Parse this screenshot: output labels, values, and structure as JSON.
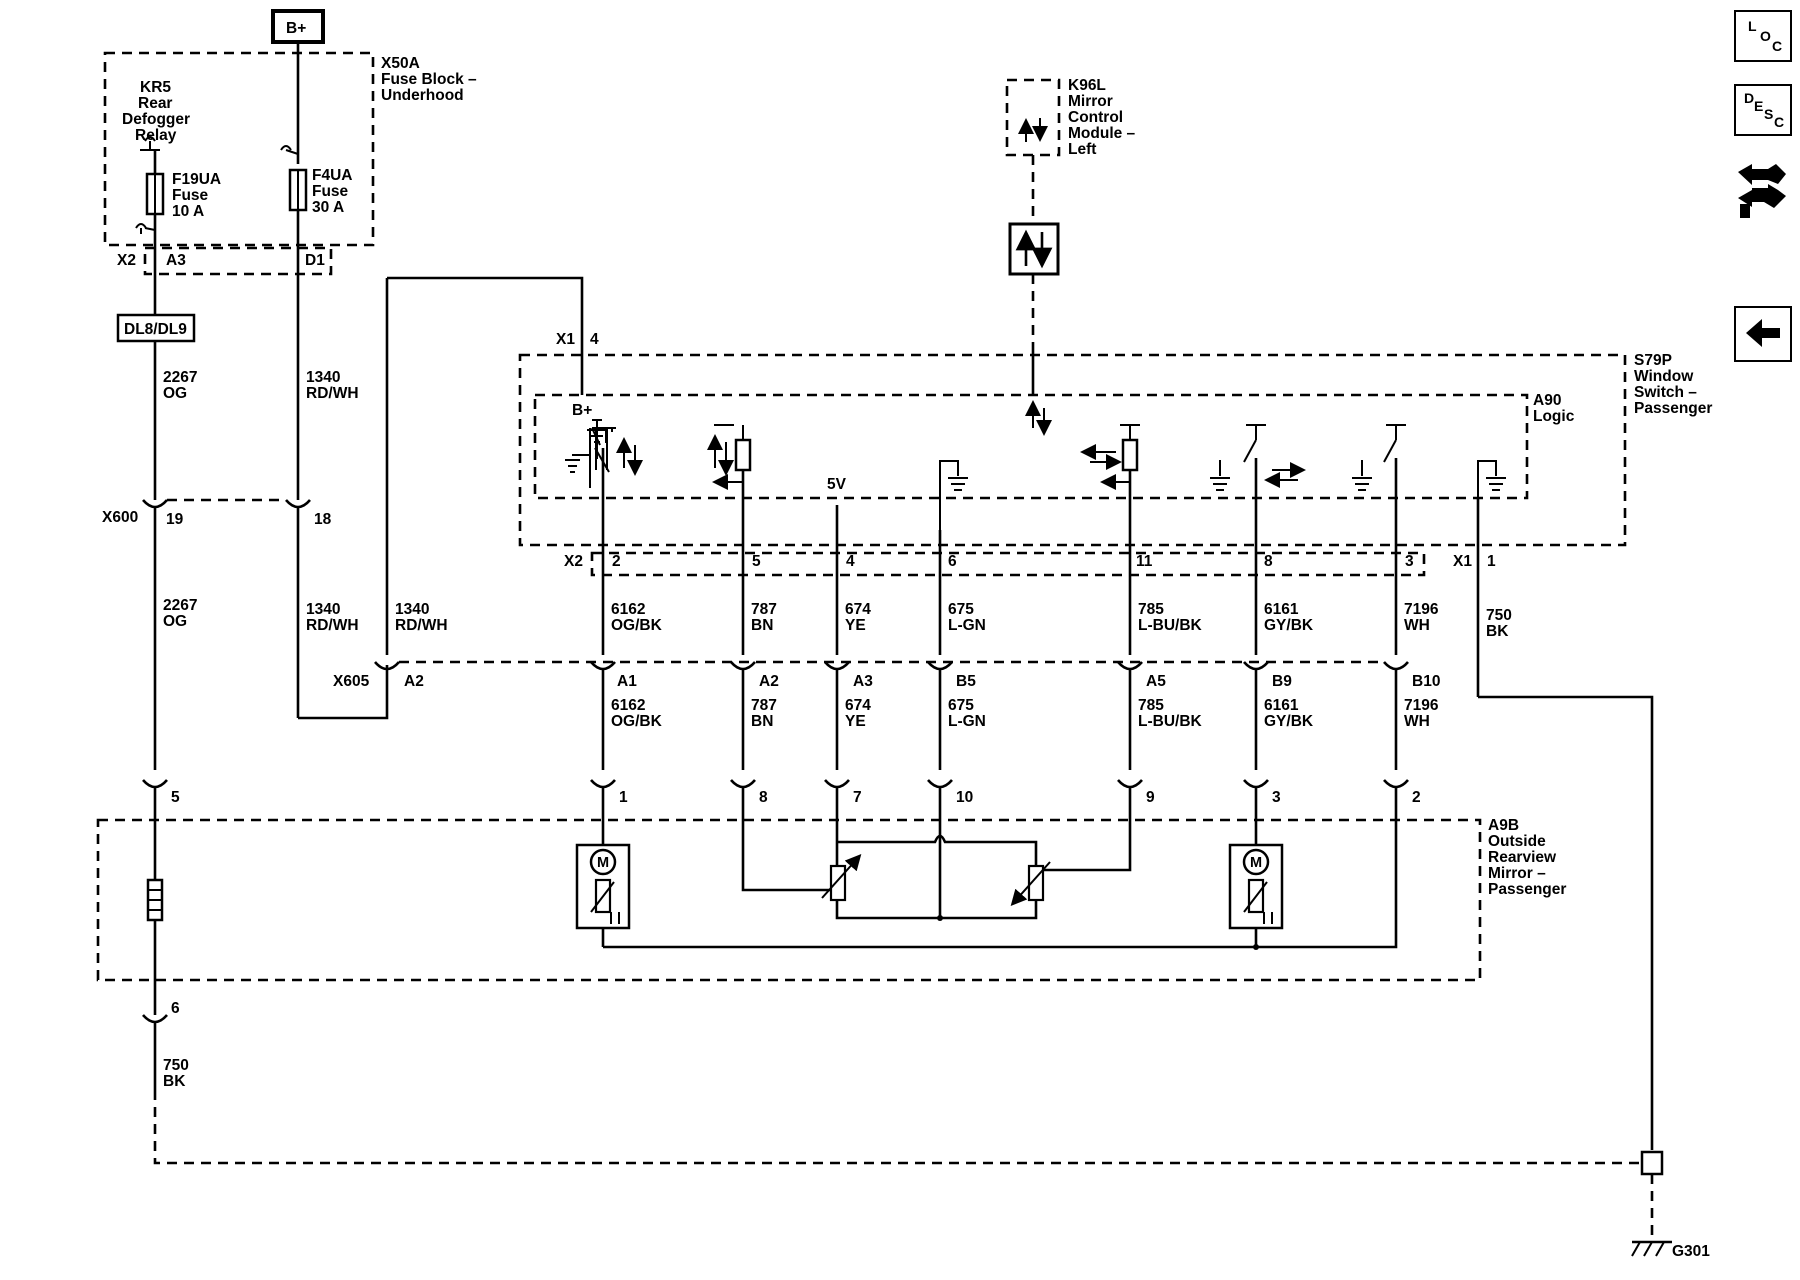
{
  "battery": "B+",
  "fuse_block": {
    "id": "X50A",
    "line1": "Fuse Block –",
    "line2": "Underhood"
  },
  "relay": {
    "line1": "KR5",
    "line2": "Rear",
    "line3": "Defogger",
    "line4": "Relay"
  },
  "fuse_f19": {
    "line1": "F19UA",
    "line2": "Fuse",
    "line3": "10 A"
  },
  "fuse_f4": {
    "line1": "F4UA",
    "line2": "Fuse",
    "line3": "30 A"
  },
  "fuse_conn": {
    "x2": "X2",
    "a3": "A3",
    "d1": "D1"
  },
  "dl_label": "DL8/DL9",
  "wire_2267": {
    "circuit": "2267",
    "color": "OG"
  },
  "wire_1340": {
    "circuit": "1340",
    "color": "RD/WH"
  },
  "wire_750": {
    "circuit": "750",
    "color": "BK"
  },
  "x600": {
    "id": "X600",
    "pin19": "19",
    "pin18": "18"
  },
  "x605": {
    "id": "X605",
    "pin_a2": "A2"
  },
  "k96l": {
    "line1": "K96L",
    "line2": "Mirror",
    "line3": "Control",
    "line4": "Module –",
    "line5": "Left"
  },
  "switch": {
    "line1": "S79P",
    "line2": "Window",
    "line3": "Switch –",
    "line4": "Passenger"
  },
  "logic": {
    "line1": "A90",
    "line2": "Logic"
  },
  "x1_top": {
    "conn": "X1",
    "pin": "4"
  },
  "bplus_inner": "B+",
  "five_v": "5V",
  "x2_conn": "X2",
  "x1_conn": "X1",
  "x1_pin": "1",
  "switch_pins": [
    "2",
    "5",
    "4",
    "6",
    "11",
    "8",
    "3"
  ],
  "signal_wires": [
    {
      "circuit": "6162",
      "color": "OG/BK",
      "x605_pin": "A1",
      "mirror_pin": "1"
    },
    {
      "circuit": "787",
      "color": "BN",
      "x605_pin": "A2",
      "mirror_pin": "8"
    },
    {
      "circuit": "674",
      "color": "YE",
      "x605_pin": "A3",
      "mirror_pin": "7"
    },
    {
      "circuit": "675",
      "color": "L-GN",
      "x605_pin": "B5",
      "mirror_pin": "10"
    },
    {
      "circuit": "785",
      "color": "L-BU/BK",
      "x605_pin": "A5",
      "mirror_pin": "9"
    },
    {
      "circuit": "6161",
      "color": "GY/BK",
      "x605_pin": "B9",
      "mirror_pin": "3"
    },
    {
      "circuit": "7196",
      "color": "WH",
      "x605_pin": "B10",
      "mirror_pin": "2"
    }
  ],
  "mirror": {
    "line1": "A9B",
    "line2": "Outside",
    "line3": "Rearview",
    "line4": "Mirror –",
    "line5": "Passenger"
  },
  "mirror_pins": {
    "p5": "5",
    "p6": "6"
  },
  "motor_label": "M",
  "ground": "G301",
  "sidebar": {
    "loc": [
      "L",
      "O",
      "C"
    ],
    "desc": [
      "D",
      "E",
      "S",
      "C"
    ],
    "tools_icon": "connector-tool-icon",
    "back_icon": "back-arrow-icon"
  }
}
